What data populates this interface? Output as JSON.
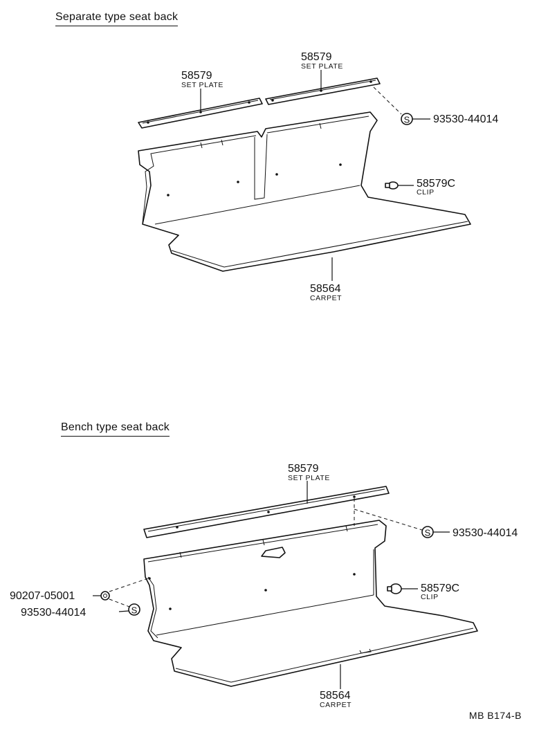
{
  "sections": [
    {
      "heading": "Separate type seat back",
      "labels": {
        "set_plate_left": {
          "part_no": "58579",
          "name": "SET PLATE"
        },
        "set_plate_right": {
          "part_no": "58579",
          "name": "SET PLATE"
        },
        "screw": {
          "part_no": "93530-44014",
          "symbol": "S"
        },
        "clip": {
          "part_no": "58579C",
          "name": "CLIP"
        },
        "carpet": {
          "part_no": "58564",
          "name": "CARPET"
        }
      }
    },
    {
      "heading": "Bench type seat back",
      "labels": {
        "set_plate": {
          "part_no": "58579",
          "name": "SET PLATE"
        },
        "screw_right": {
          "part_no": "93530-44014",
          "symbol": "S"
        },
        "nut": {
          "part_no": "90207-05001"
        },
        "screw_left": {
          "part_no": "93530-44014",
          "symbol": "S"
        },
        "clip": {
          "part_no": "58579C",
          "name": "CLIP"
        },
        "carpet": {
          "part_no": "58564",
          "name": "CARPET"
        }
      }
    }
  ],
  "drawing_code": "MB B174-B"
}
